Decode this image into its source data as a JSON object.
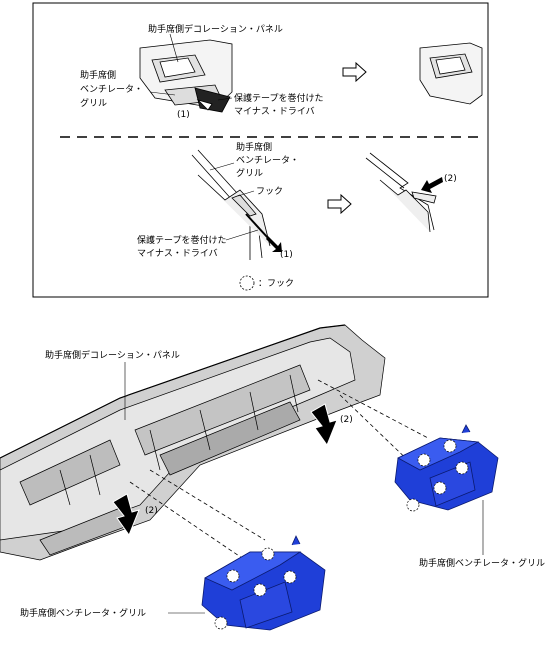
{
  "top_panel": {
    "label_decoration_panel": "助手席側デコレーション・パネル",
    "label_vent_grille_1": "助手席側",
    "label_vent_grille_2": "ベンチレータ・",
    "label_vent_grille_3": "グリル",
    "label_tape_driver_1": "保護テープを巻付けた",
    "label_tape_driver_2": "マイナス・ドライバ",
    "step1": "(1)",
    "mid_vent_1": "助手席側",
    "mid_vent_2": "ベンチレータ・",
    "mid_vent_3": "グリル",
    "label_hook": "フック",
    "mid_tape_1": "保護テープを巻付けた",
    "mid_tape_2": "マイナス・ドライバ",
    "mid_step1": "(1)",
    "mid_step2": "(2)",
    "legend_hook": "：フック"
  },
  "bottom": {
    "label_decoration_panel": "助手席側デコレーション・パネル",
    "step2_right": "(2)",
    "step2_left": "(2)",
    "label_vent_right": "助手席側ベンチレータ・グリル",
    "label_vent_left": "助手席側ベンチレータ・グリル"
  },
  "colors": {
    "grille_blue": "#1f3fd8",
    "panel_gray": "#c8c8c8",
    "outline": "#000000"
  }
}
